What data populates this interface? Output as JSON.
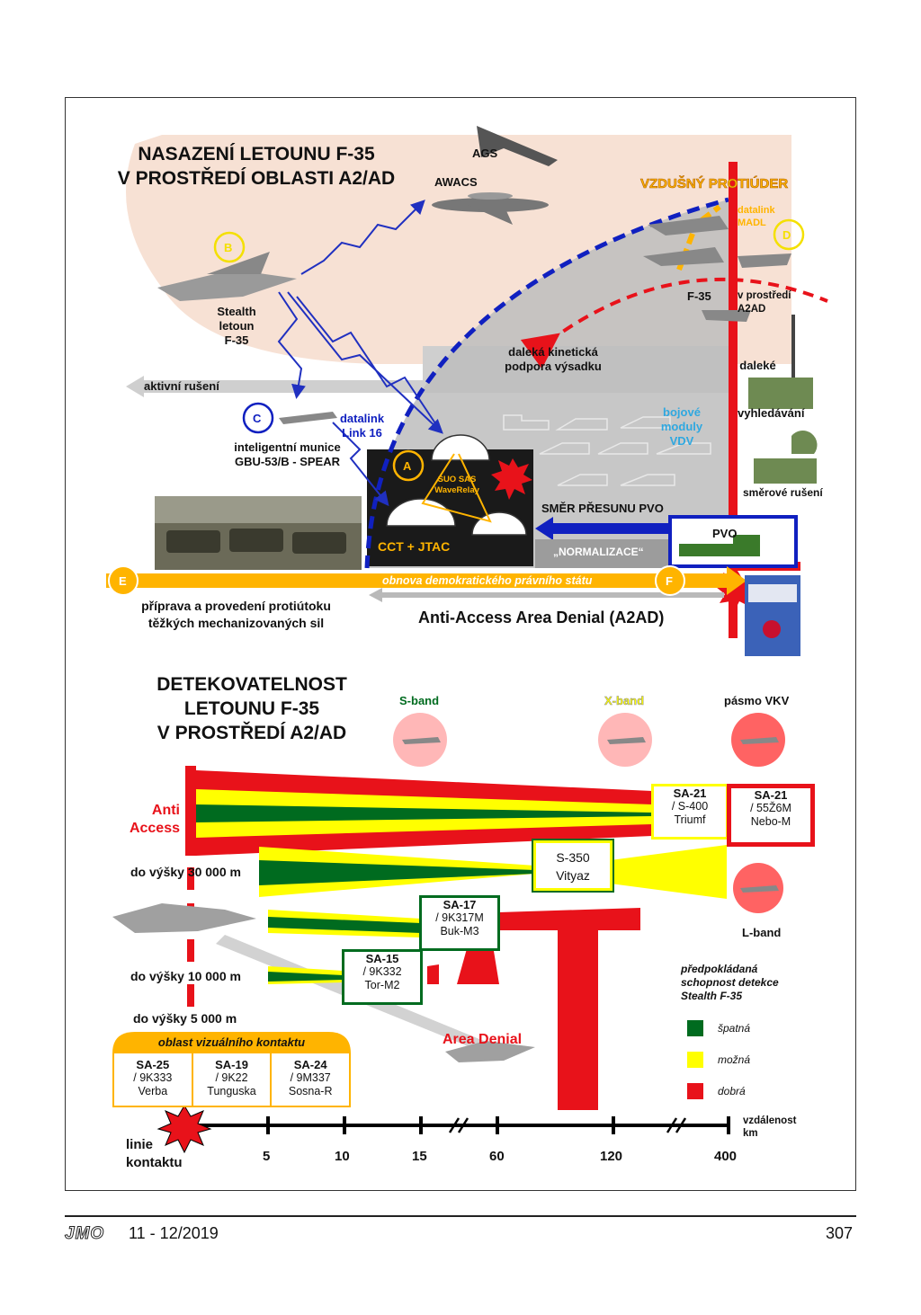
{
  "top": {
    "title_line1": "NASAZENÍ LETOUNU F-35",
    "title_line2": "V PROSTŘEDÍ OBLASTI A2/AD",
    "ags": "AGS",
    "awacs": "AWACS",
    "counterstrike": "VZDUŠNÝ PROTIÚDER",
    "datalink_madl": "datalink MADL",
    "label_f35": "F-35",
    "label_f35_env": "v prostředí A2AD",
    "stealth_line1": "Stealth",
    "stealth_line2": "letoun",
    "stealth_line3": "F-35",
    "kinetic_line1": "daleká kinetická",
    "kinetic_line2": "podpora výsadku",
    "active_jamming": "aktivní rušení",
    "datalink16_line1": "datalink",
    "datalink16_line2": "Link 16",
    "munition_line1": "inteligentní munice",
    "munition_line2": "GBU-53/B - SPEAR",
    "combat_line1": "bojové",
    "combat_line2": "moduly",
    "combat_line3": "VDV",
    "suo_line1": "SUO SAS",
    "suo_line2": "WaveRelay",
    "cct": "CCT + JTAC",
    "pvo_move": "SMĚR PŘESUNU PVO",
    "normalization": "„NORMALIZACE“",
    "pvo": "PVO",
    "far_line1": "daleké",
    "far_line2": "vyhledávání",
    "directional_jamming": "směrové rušení",
    "restore": "obnova demokratického právního státu",
    "prep_line1": "příprava a provedení protiútoku",
    "prep_line2": "těžkých mechanizovaných sil",
    "a2ad": "Anti-Access Area Denial (A2AD)",
    "markers": {
      "A": "A",
      "B": "B",
      "C": "C",
      "D": "D",
      "E": "E",
      "F": "F"
    }
  },
  "bottom": {
    "title_line1": "DETEKOVATELNOST",
    "title_line2": "LETOUNU F-35",
    "title_line3": "V PROSTŘEDÍ A2/AD",
    "s_band": "S-band",
    "x_band": "X-band",
    "vkv": "pásmo VKV",
    "l_band": "L-band",
    "anti": "Anti",
    "access": "Access",
    "area_denial": "Area Denial",
    "alt_30000": "do výšky 30 000 m",
    "alt_10000": "do výšky 10 000 m",
    "alt_5000": "do výšky 5 000 m",
    "visual_contact": "oblast vizuálního kontaktu",
    "contact_line1": "linie",
    "contact_line2": "kontaktu",
    "distance_line1": "vzdálenost",
    "distance_line2": "km",
    "systems": {
      "sa21a": {
        "l1": "SA-21",
        "l2": "/ S-400",
        "l3": "Triumf"
      },
      "sa21b": {
        "l1": "SA-21",
        "l2": "/ 55Ž6M",
        "l3": "Nebo-M"
      },
      "s350": {
        "l1": "S-350",
        "l2": "Vityaz"
      },
      "sa17": {
        "l1": "SA-17",
        "l2": "/ 9K317M",
        "l3": "Buk-M3"
      },
      "sa15": {
        "l1": "SA-15",
        "l2": "/ 9K332",
        "l3": "Tor-M2"
      },
      "sa25": {
        "l1": "SA-25",
        "l2": "/ 9K333",
        "l3": "Verba"
      },
      "sa19": {
        "l1": "SA-19",
        "l2": "/ 9K22",
        "l3": "Tunguska"
      },
      "sa24": {
        "l1": "SA-24",
        "l2": "/ 9M337",
        "l3": "Sosna-R"
      }
    },
    "ticks": [
      "5",
      "10",
      "15",
      "60",
      "120",
      "400"
    ],
    "legend": {
      "title_line1": "předpokládaná",
      "title_line2": "schopnost detekce",
      "title_line3": "Stealth F-35",
      "poor": "špatná",
      "possible": "možná",
      "good": "dobrá"
    },
    "colors": {
      "red": "#e8121a",
      "yellow": "#ffff00",
      "green": "#006b1f",
      "blue": "#1020c0",
      "orange": "#ffb400"
    }
  },
  "footer": {
    "logo": "JMO",
    "issue": "11 - 12/2019",
    "page": "307"
  }
}
